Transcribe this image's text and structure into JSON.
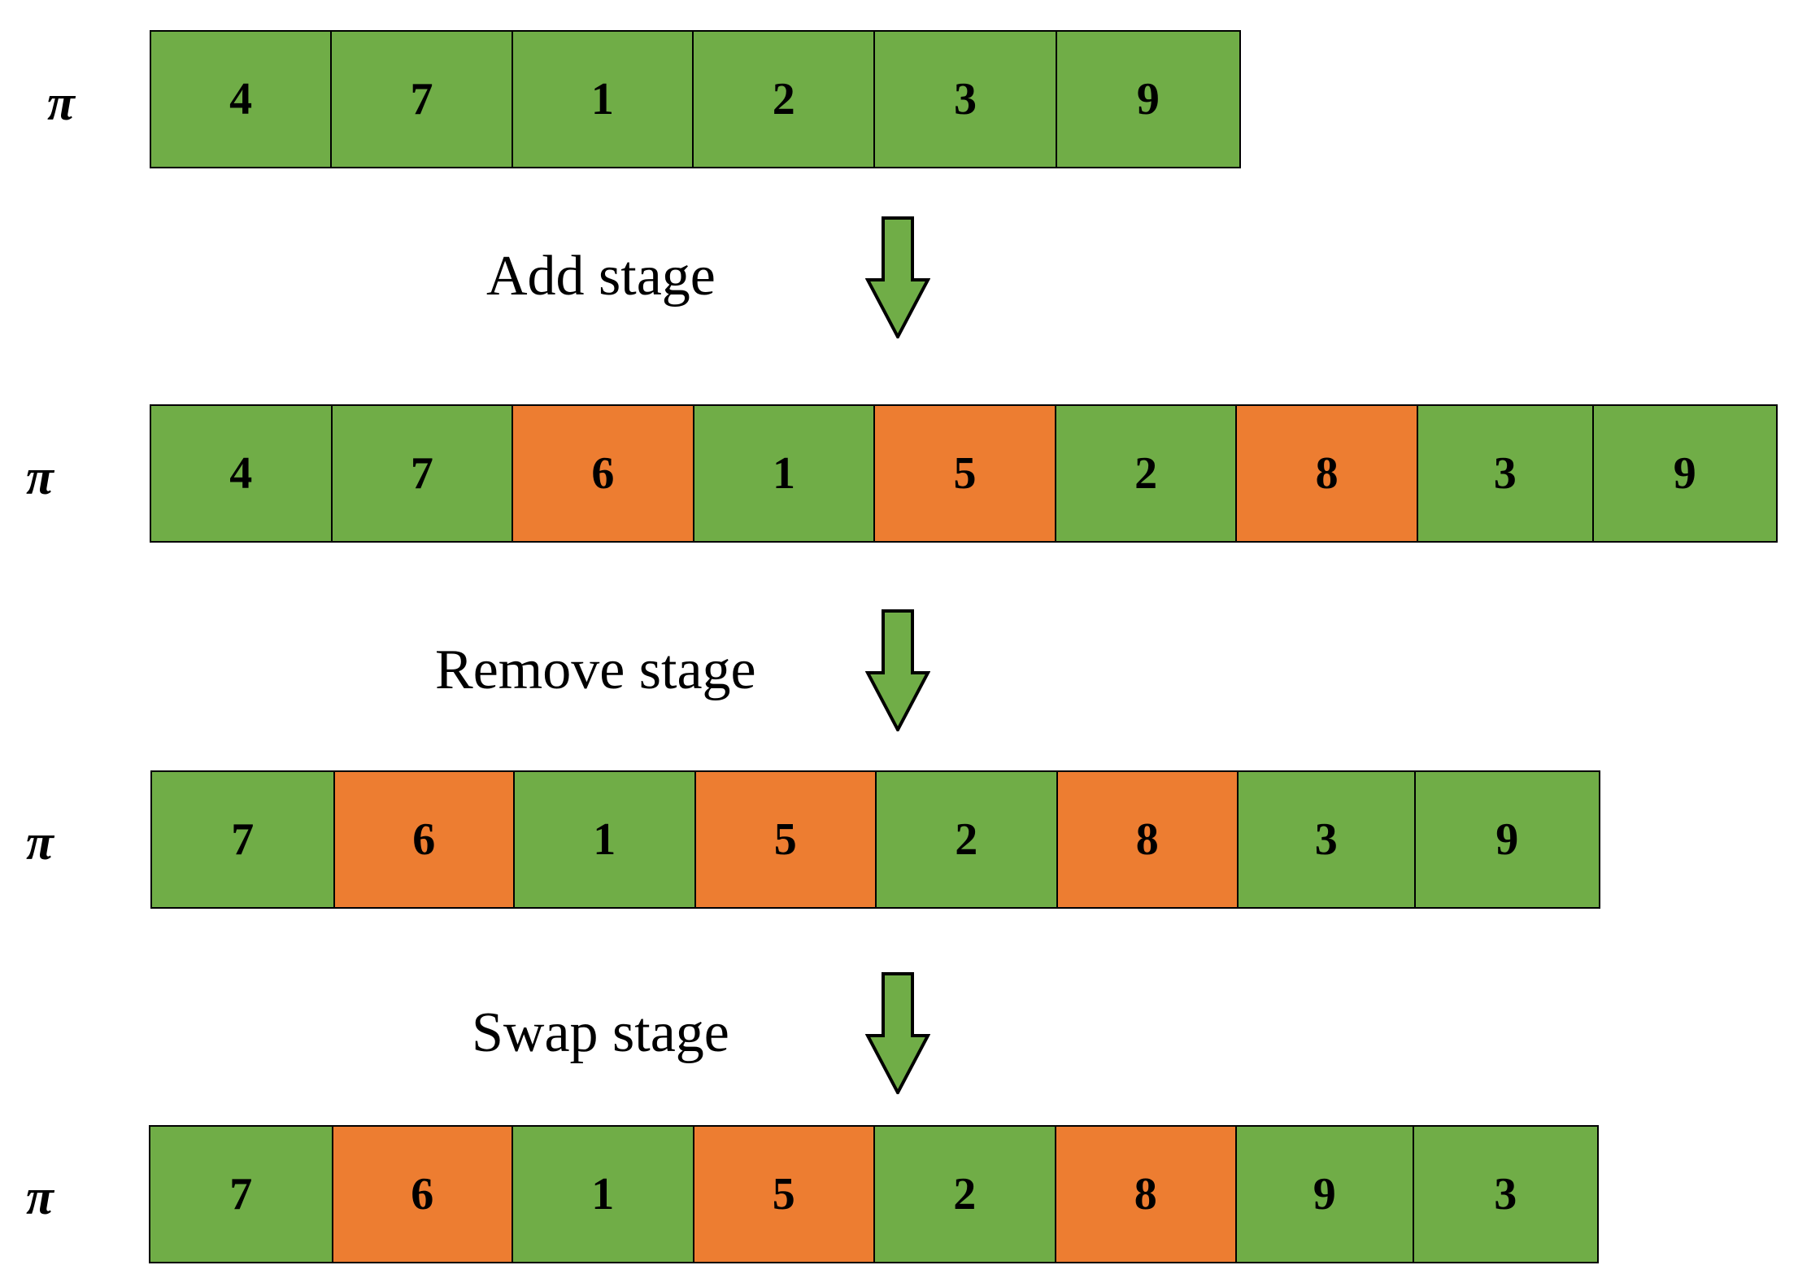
{
  "rows": [
    {
      "label": "π",
      "cells": [
        {
          "value": "4",
          "color": "green"
        },
        {
          "value": "7",
          "color": "green"
        },
        {
          "value": "1",
          "color": "green"
        },
        {
          "value": "2",
          "color": "green"
        },
        {
          "value": "3",
          "color": "green"
        },
        {
          "value": "9",
          "color": "green"
        }
      ]
    },
    {
      "label": "π",
      "cells": [
        {
          "value": "4",
          "color": "green"
        },
        {
          "value": "7",
          "color": "green"
        },
        {
          "value": "6",
          "color": "orange"
        },
        {
          "value": "1",
          "color": "green"
        },
        {
          "value": "5",
          "color": "orange"
        },
        {
          "value": "2",
          "color": "green"
        },
        {
          "value": "8",
          "color": "orange"
        },
        {
          "value": "3",
          "color": "green"
        },
        {
          "value": "9",
          "color": "green"
        }
      ]
    },
    {
      "label": "π",
      "cells": [
        {
          "value": "7",
          "color": "green"
        },
        {
          "value": "6",
          "color": "orange"
        },
        {
          "value": "1",
          "color": "green"
        },
        {
          "value": "5",
          "color": "orange"
        },
        {
          "value": "2",
          "color": "green"
        },
        {
          "value": "8",
          "color": "orange"
        },
        {
          "value": "3",
          "color": "green"
        },
        {
          "value": "9",
          "color": "green"
        }
      ]
    },
    {
      "label": "π",
      "cells": [
        {
          "value": "7",
          "color": "green"
        },
        {
          "value": "6",
          "color": "orange"
        },
        {
          "value": "1",
          "color": "green"
        },
        {
          "value": "5",
          "color": "orange"
        },
        {
          "value": "2",
          "color": "green"
        },
        {
          "value": "8",
          "color": "orange"
        },
        {
          "value": "9",
          "color": "green"
        },
        {
          "value": "3",
          "color": "green"
        }
      ]
    }
  ],
  "stages": [
    {
      "label": "Add stage",
      "arrow_icon": "down-arrow-icon"
    },
    {
      "label": "Remove stage",
      "arrow_icon": "down-arrow-icon"
    },
    {
      "label": "Swap stage",
      "arrow_icon": "down-arrow-icon"
    }
  ],
  "colors": {
    "green": "#70ad47",
    "orange": "#ed7d31",
    "border": "#000000"
  }
}
